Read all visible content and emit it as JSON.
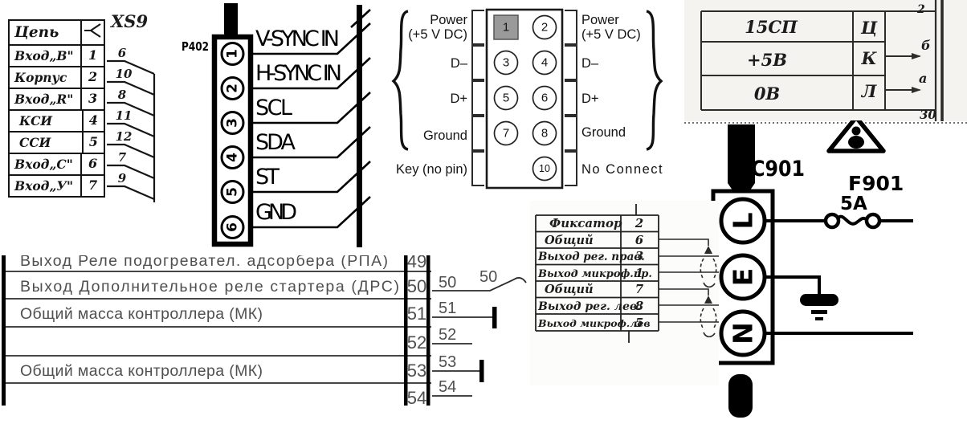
{
  "xs9": {
    "connector_label": "XS9",
    "header": "Цепь",
    "rows": [
      {
        "circuit": "Вход„В\"",
        "pin": "1",
        "wire": "6"
      },
      {
        "circuit": "Корпус",
        "pin": "2",
        "wire": "10"
      },
      {
        "circuit": "Вход„R\"",
        "pin": "3",
        "wire": "8"
      },
      {
        "circuit": "КСИ",
        "pin": "4",
        "wire": "11"
      },
      {
        "circuit": "ССИ",
        "pin": "5",
        "wire": "12"
      },
      {
        "circuit": "Вход„С\"",
        "pin": "6",
        "wire": "7"
      },
      {
        "circuit": "Вход„У\"",
        "pin": "7",
        "wire": "9"
      }
    ]
  },
  "p402": {
    "connector_label": "P402",
    "pins": [
      {
        "num": "1",
        "signal": "V-SYNC IN"
      },
      {
        "num": "2",
        "signal": "H-SYNC IN"
      },
      {
        "num": "3",
        "signal": "SCL"
      },
      {
        "num": "4",
        "signal": "SDA"
      },
      {
        "num": "5",
        "signal": "ST"
      },
      {
        "num": "6",
        "signal": "GND"
      }
    ]
  },
  "usb_header": {
    "rows": [
      {
        "left_line1": "Power",
        "left_line2": "(+5 V DC)",
        "pin_left": "1",
        "pin_right": "2",
        "right_line1": "Power",
        "right_line2": "(+5 V DC)"
      },
      {
        "left": "D–",
        "pin_left": "3",
        "pin_right": "4",
        "right": "D–"
      },
      {
        "left": "D+",
        "pin_left": "5",
        "pin_right": "6",
        "right": "D+"
      },
      {
        "left": "Ground",
        "pin_left": "7",
        "pin_right": "8",
        "right": "Ground"
      },
      {
        "left": "Key (no pin)",
        "pin_right": "10",
        "right": "No Connect"
      }
    ]
  },
  "power_table": {
    "rows": [
      {
        "circuit": "15СП",
        "contact": "Ц",
        "wire": ""
      },
      {
        "circuit": "+5В",
        "contact": "К",
        "wire": "б"
      },
      {
        "circuit": "0В",
        "contact": "Л",
        "wire": "а"
      }
    ],
    "partial_top": "2",
    "partial_bottom": "30"
  },
  "mains": {
    "connector_label": "SC901",
    "fuse_label": "F901",
    "fuse_rating": "5A",
    "pins": [
      "L",
      "E",
      "N"
    ]
  },
  "controller_table": {
    "rows": [
      {
        "circuit": "Выход Реле подогревател. адсорбера (РПА)",
        "pin": "49"
      },
      {
        "circuit": "Выход Дополнительное реле стартера (ДРС)",
        "pin": "50"
      },
      {
        "circuit": "Общий масса контроллера (МК)",
        "pin": "51"
      },
      {
        "circuit": "",
        "pin": "52"
      },
      {
        "circuit": "Общий масса контроллера (МК)",
        "pin": "53"
      },
      {
        "circuit": "",
        "pin": "54"
      }
    ],
    "wire_labels": [
      "50",
      "50",
      "51",
      "52",
      "53",
      "54"
    ]
  },
  "speaker_table": {
    "rows": [
      {
        "circuit": "Фиксатор",
        "pin": "2"
      },
      {
        "circuit": "Общий",
        "pin": "6"
      },
      {
        "circuit": "Выход рег. прав.",
        "pin": "3"
      },
      {
        "circuit": "Выход микроф.пр.",
        "pin": "1"
      },
      {
        "circuit": "Общий",
        "pin": "7"
      },
      {
        "circuit": "Выход рег. лев.",
        "pin": "8"
      },
      {
        "circuit": "Выход микроф.лев",
        "pin": "5"
      }
    ]
  }
}
